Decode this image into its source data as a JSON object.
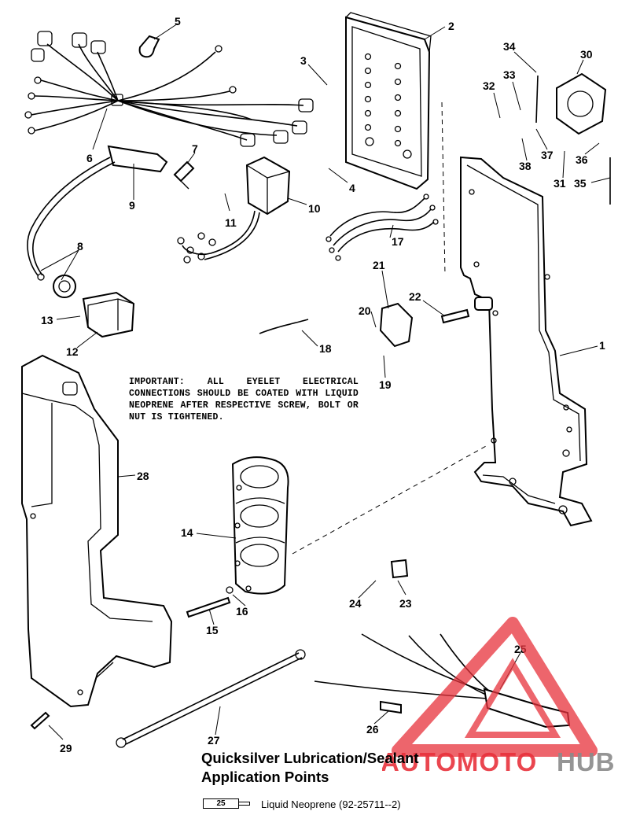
{
  "note": {
    "text": "IMPORTANT: ALL EYELET ELECTRICAL CONNECTIONS SHOULD BE COATED WITH LIQUID NEOPRENE AFTER RESPECTIVE SCREW, BOLT OR NUT IS TIGHTENED."
  },
  "heading": {
    "line1": "Quicksilver Lubrication/Sealant",
    "line2": "Application Points"
  },
  "legend": {
    "tube_number": "25",
    "label": "Liquid Neoprene (92-25711--2)"
  },
  "callouts": [
    "1",
    "2",
    "3",
    "4",
    "5",
    "6",
    "7",
    "8",
    "9",
    "10",
    "11",
    "12",
    "13",
    "14",
    "15",
    "16",
    "17",
    "19",
    "18",
    "20",
    "21",
    "22",
    "23",
    "24",
    "25",
    "26",
    "27",
    "28",
    "29",
    "30",
    "31",
    "32",
    "33",
    "34",
    "35",
    "36",
    "37",
    "38"
  ],
  "watermark": {
    "brand_red": "AUTOMOTO",
    "brand_gray": "HUB",
    "color_red": "#e8323c",
    "color_gray": "#8a8a8a"
  }
}
